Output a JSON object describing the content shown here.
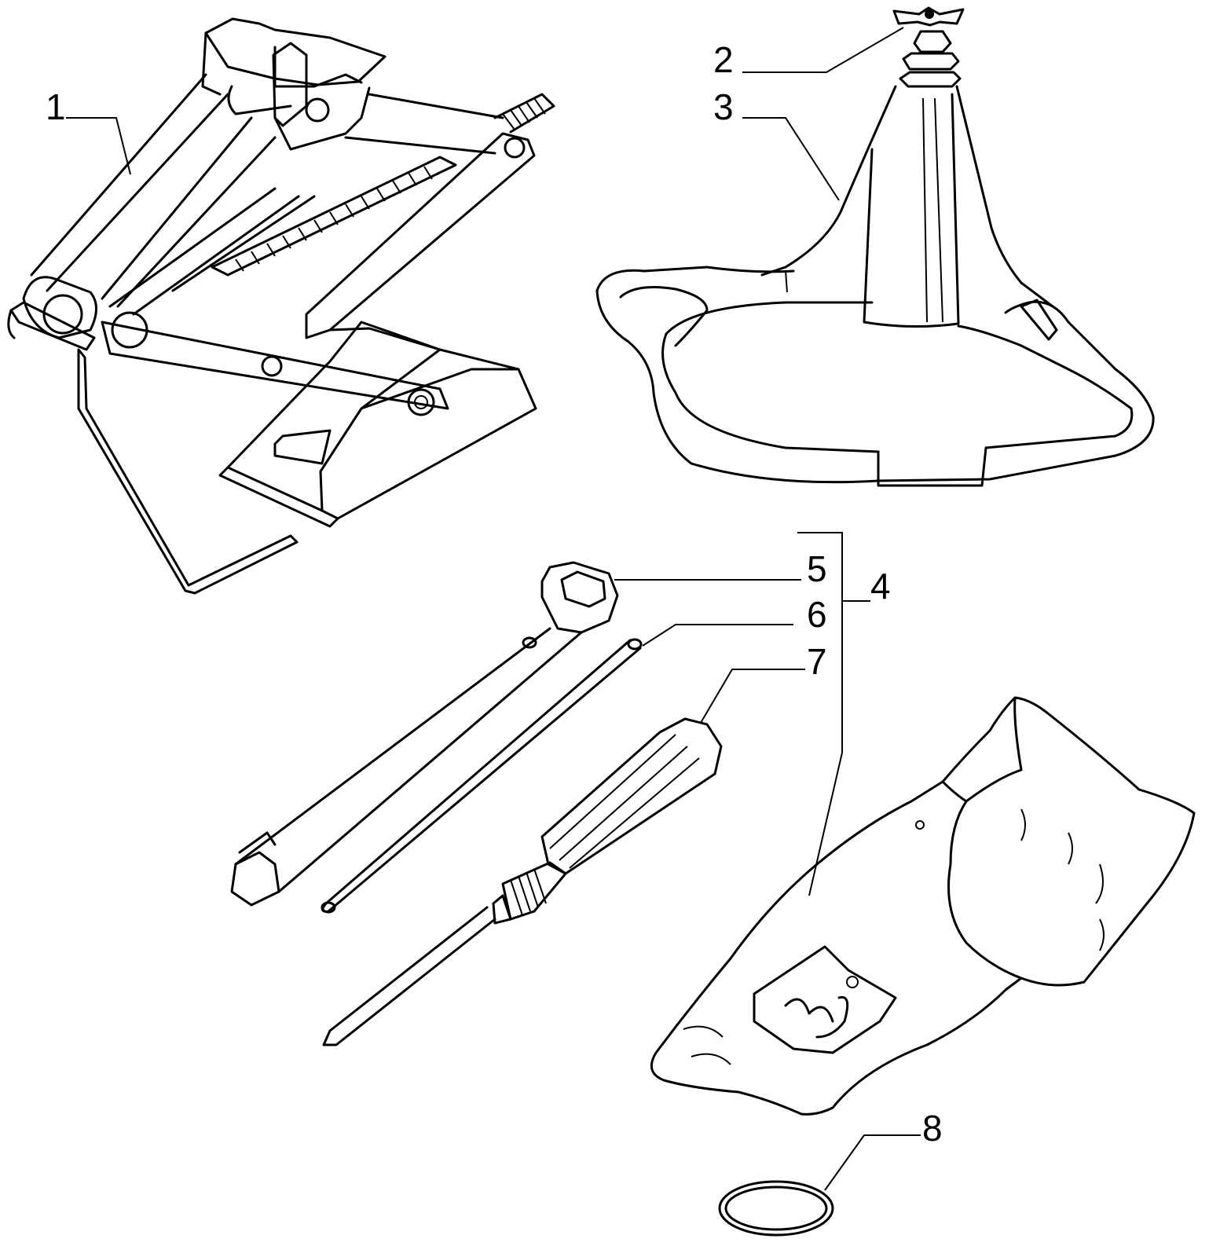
{
  "callouts": {
    "c1": "1",
    "c2": "2",
    "c3": "3",
    "c4": "4",
    "c5": "5",
    "c6": "6",
    "c7": "7",
    "c8": "8"
  },
  "colors": {
    "ink": "#000000",
    "background": "#ffffff"
  }
}
